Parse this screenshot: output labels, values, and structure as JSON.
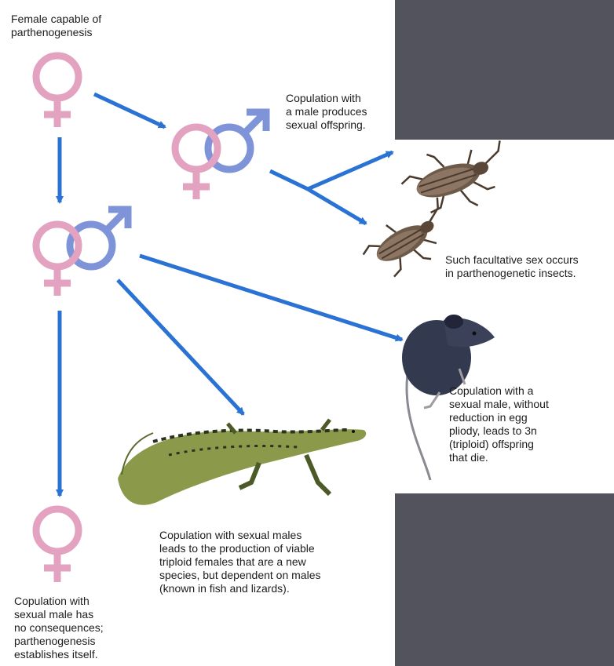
{
  "labels": {
    "female_parthenogenesis": "Female capable of\nparthenogenesis",
    "copulation_male_sexual_offspring": "Copulation with\na male produces\nsexual offspring.",
    "facultative_sex": "Such facultative sex occurs\nin parthenogenetic insects.",
    "triploid_offspring_die": "Copulation with a\nsexual male, without\nreduction in egg\npliody, leads to 3n\n(triploid) offspring\nthat die.",
    "triploid_females_new_species": "Copulation with sexual males\nleads to the production of viable\ntriploid females that are a new\nspecies, but dependent on males\n(known in fish and lizards).",
    "no_consequences": "Copulation with\nsexual male has\nno consequences;\nparthenogenesis\nestablishes itself."
  },
  "colors": {
    "female_symbol": "#e3a3c0",
    "male_symbol": "#7f93d8",
    "arrow": "#2a72d4",
    "background": "#52535c"
  },
  "icons": [
    "female-symbol",
    "male-symbol",
    "beetle",
    "mouse",
    "lizard"
  ]
}
